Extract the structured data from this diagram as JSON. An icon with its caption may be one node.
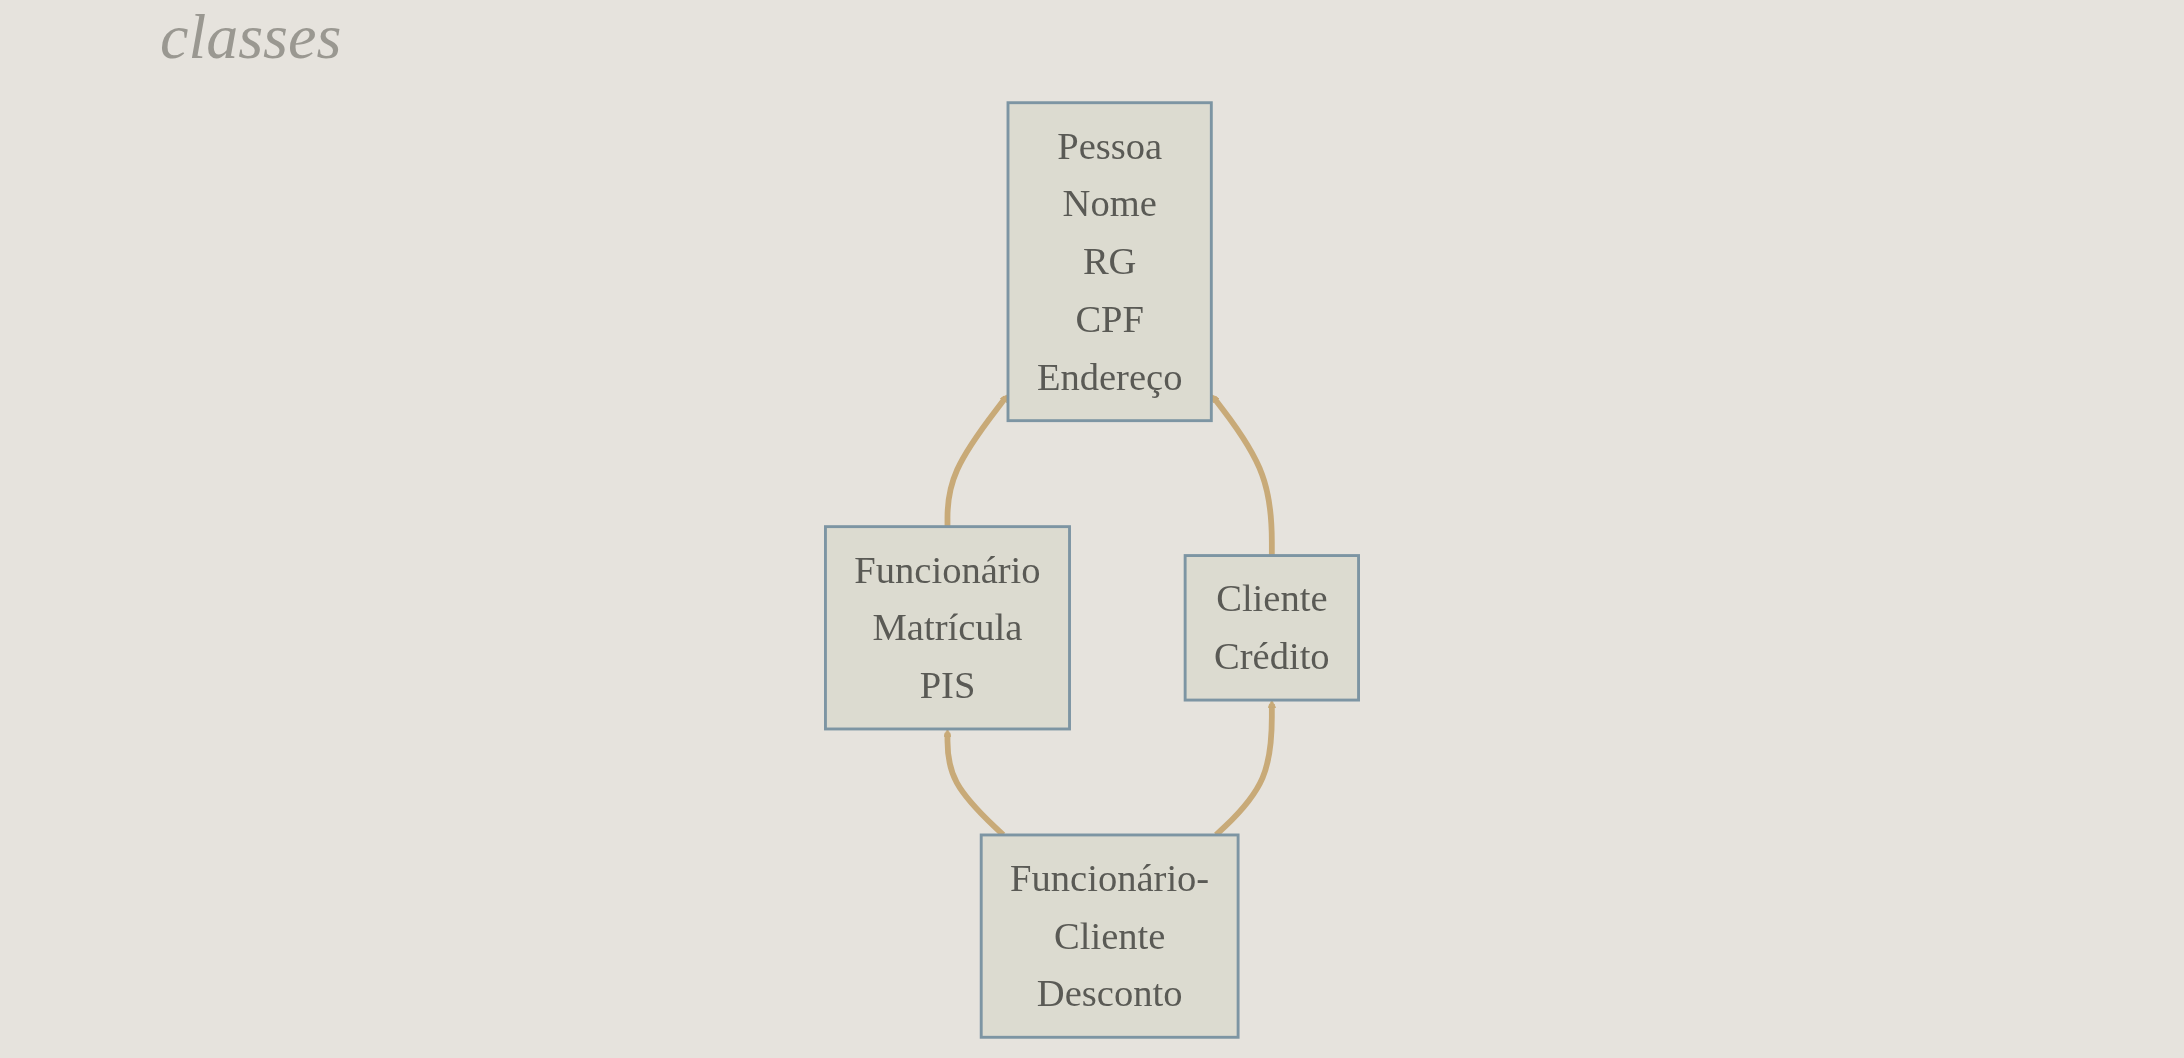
{
  "diagram": {
    "title": "classes",
    "nodes": [
      {
        "text": [
          "Pessoa",
          "Nome",
          "RG",
          "CPF",
          "Endereço"
        ]
      },
      {
        "text": [
          "Funcionário",
          "Matrícula",
          "PIS"
        ]
      },
      {
        "text": [
          "Cliente",
          "Crédito"
        ]
      },
      {
        "text": [
          "Funcionário-Cliente",
          "Desconto"
        ]
      }
    ],
    "edges": [
      {
        "from": 1,
        "to": 0,
        "arrow": "to"
      },
      {
        "from": 2,
        "to": 0,
        "arrow": "to"
      },
      {
        "from": 3,
        "to": 1,
        "arrow": "to"
      },
      {
        "from": 3,
        "to": 2,
        "arrow": "to"
      }
    ]
  }
}
